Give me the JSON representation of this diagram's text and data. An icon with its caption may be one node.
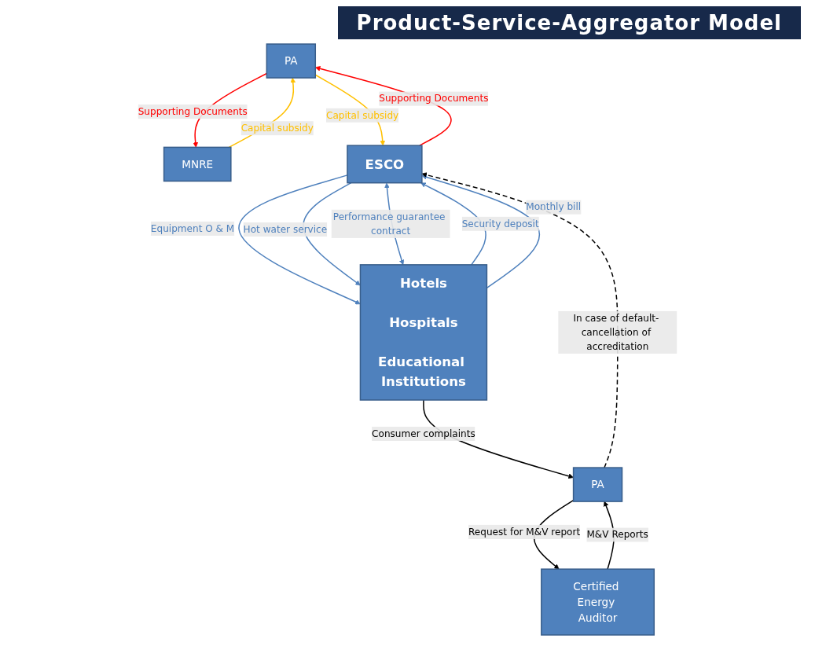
{
  "diagram": {
    "title": "Product-Service-Aggregator Model",
    "nodes": [
      {
        "text": [
          "PA"
        ]
      },
      {
        "text": [
          "MNRE"
        ]
      },
      {
        "text": [
          "ESCO"
        ]
      },
      {
        "text": [
          "Hotels",
          "Hospitals",
          "Educational Institutions"
        ]
      },
      {
        "text": [
          "Certified Energy Auditor"
        ]
      },
      {
        "text": [
          "PA"
        ]
      }
    ],
    "edges": [
      {
        "from": 0,
        "to": 1,
        "arrow": "to",
        "label": "Supporting Documents",
        "color": "#ff0000"
      },
      {
        "from": 1,
        "to": 0,
        "arrow": "to",
        "label": "Capital subsidy",
        "color": "#ffc000"
      },
      {
        "from": 2,
        "to": 0,
        "arrow": "to",
        "label": "Supporting Documents",
        "color": "#ff0000"
      },
      {
        "from": 0,
        "to": 2,
        "arrow": "to",
        "label": "Capital subsidy",
        "color": "#ffc000"
      },
      {
        "from": 3,
        "to": 2,
        "arrow": "to",
        "label": "Security deposit",
        "color": "#4f81bd"
      },
      {
        "from": 2,
        "to": 3,
        "arrow": "to",
        "label": "Equipment O & M",
        "color": "#4f81bd"
      },
      {
        "from": 2,
        "to": 3,
        "arrow": "to",
        "label": "Hot water service",
        "color": "#4f81bd"
      },
      {
        "from": 2,
        "to": 3,
        "arrow": "both",
        "label": "Performance guarantee contract",
        "color": "#4f81bd"
      },
      {
        "from": 3,
        "to": 2,
        "arrow": "to",
        "label": "Monthly bill",
        "color": "#4f81bd"
      },
      {
        "from": 3,
        "to": 5,
        "arrow": "to",
        "label": "Consumer complaints",
        "color": "#000000"
      },
      {
        "from": 5,
        "to": 2,
        "arrow": "to",
        "label": "In case of default- cancellation of accreditation",
        "style": "dashed",
        "color": "#000000"
      },
      {
        "from": 4,
        "to": 5,
        "arrow": "to",
        "label": "M&V Reports",
        "color": "#000000"
      },
      {
        "from": 5,
        "to": 4,
        "arrow": "to",
        "label": "Request for M&V report",
        "color": "#000000"
      }
    ]
  }
}
